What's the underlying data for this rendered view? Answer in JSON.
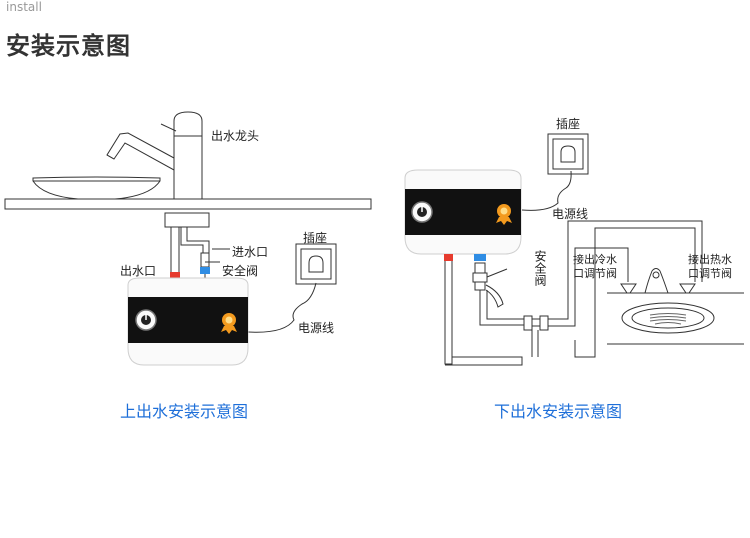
{
  "header": {
    "top_word": "install",
    "title": "安装示意图"
  },
  "left_diagram": {
    "faucet_label": "出水龙头",
    "outlet_label": "出水口",
    "inlet_label": "进水口",
    "valve_label": "安全阀",
    "socket_label": "插座",
    "cord_label": "电源线",
    "caption": "上出水安装示意图"
  },
  "right_diagram": {
    "socket_label": "插座",
    "cord_label": "电源线",
    "valve_label": "安全阀",
    "cold_label_1": "接出冷水",
    "cold_label_2": "口调节阀",
    "hot_label_1": "接出热水",
    "hot_label_2": "口调节阀",
    "caption": "下出水安装示意图"
  },
  "colors": {
    "caption_blue": "#1e6fd9",
    "hot_red": "#e63b2e",
    "cold_blue": "#2f8de4",
    "badge_orange": "#f39a1e"
  }
}
